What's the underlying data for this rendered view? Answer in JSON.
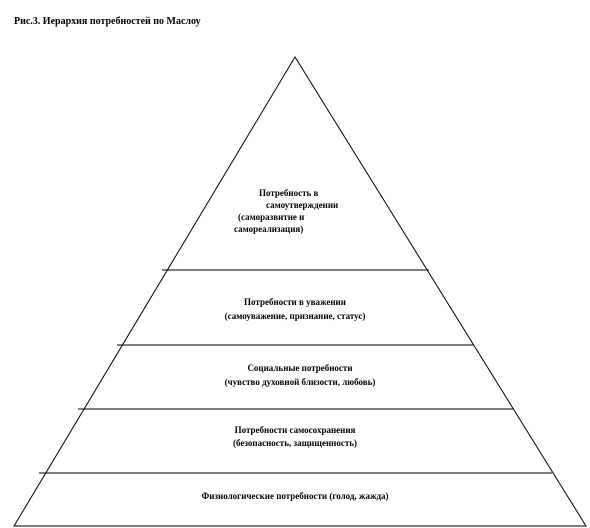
{
  "caption": "Рис.3. Иерархия  потребностей  по Маслоу",
  "levels": [
    {
      "title": "Потребность в",
      "title2": "самоутверждении",
      "detail": "(саморазвитие и",
      "detail2": "самореализация)"
    },
    {
      "title": "Потребности в уважении",
      "detail": "(самоуважение, признание, статус)"
    },
    {
      "title": "Социальные потребности",
      "detail": "(чувство духовной близости, любовь)"
    },
    {
      "title": "Потребности самосохранения",
      "detail": "(безопасность, защищенность)"
    },
    {
      "title": "Физиологические потребности (голод, жажда)"
    }
  ]
}
